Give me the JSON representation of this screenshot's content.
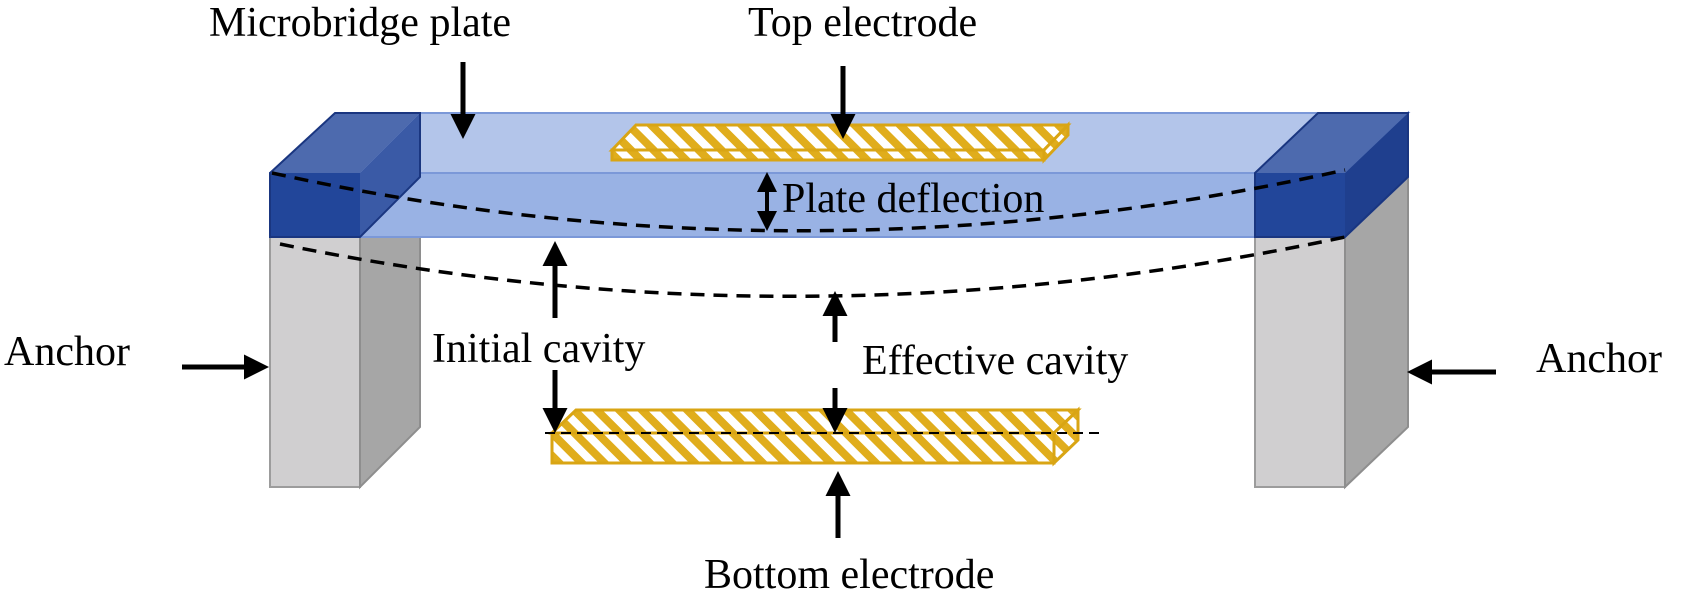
{
  "labels": {
    "microbridge_plate": "Microbridge plate",
    "top_electrode": "Top electrode",
    "plate_deflection": "Plate deflection",
    "anchor_left": "Anchor",
    "anchor_right": "Anchor",
    "initial_cavity": "Initial cavity",
    "effective_cavity": "Effective cavity",
    "bottom_electrode": "Bottom electrode"
  },
  "colors": {
    "plate_fill": "#a9bde6",
    "plate_front": "#8fa9e0",
    "plate_edge": "#7b98d8",
    "anchor_top_front": "#22469a",
    "anchor_top_side": "#3a5aa6",
    "anchor_top_top": "#4c6ab0",
    "anchor_front": "#d0cfd0",
    "anchor_side": "#a6a6a6",
    "electrode_gold": "#d9a514",
    "arrow": "#000000"
  }
}
